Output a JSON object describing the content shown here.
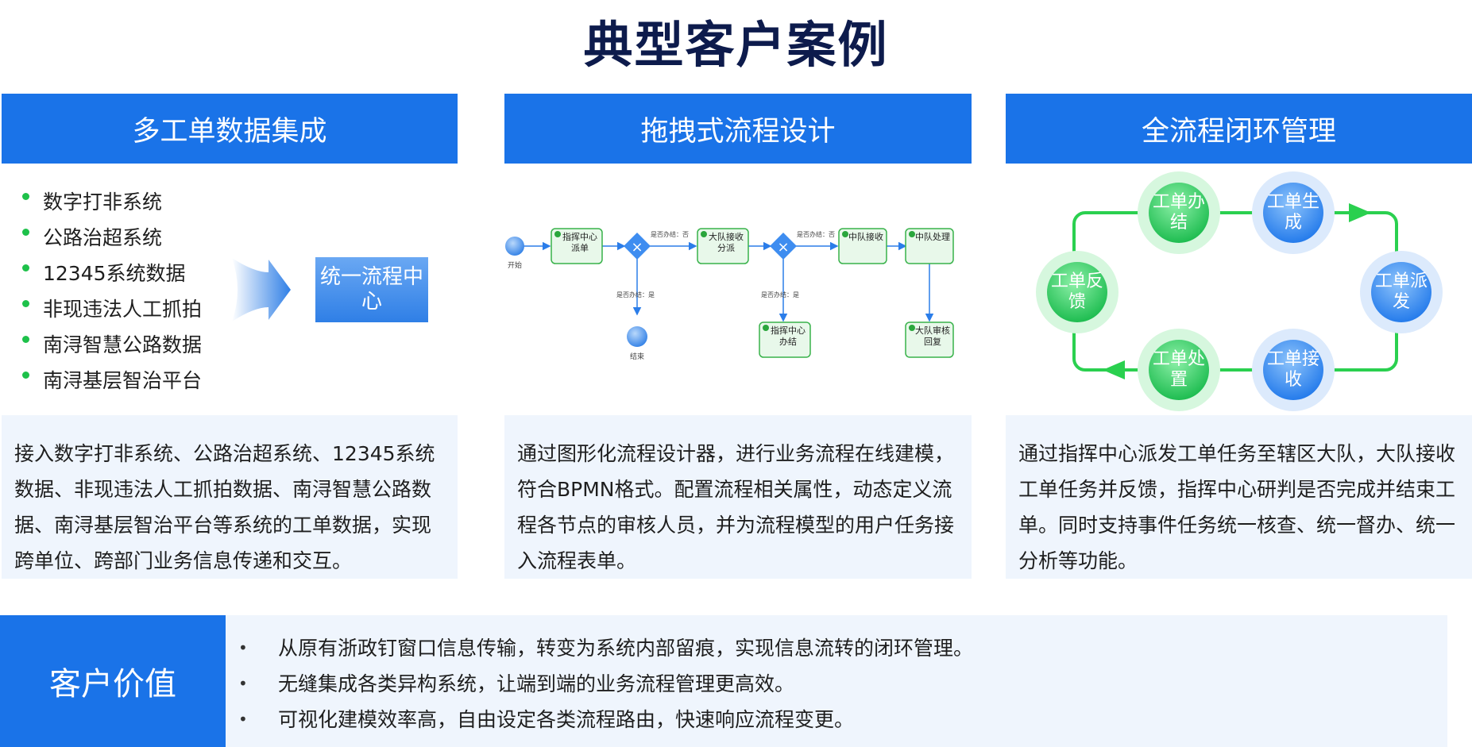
{
  "title": "典型客户案例",
  "columns": [
    {
      "header": "多工单数据集成",
      "bullets": [
        "数字打非系统",
        "公路治超系统",
        "12345系统数据",
        "非现违法人工抓拍",
        "南浔智慧公路数据",
        "南浔基层智治平台"
      ],
      "center_label": "统一流程中心",
      "description": "接入数字打非系统、公路治超系统、12345系统数据、非现违法人工抓拍数据、南浔智慧公路数据、南浔基层智治平台等系统的工单数据，实现跨单位、跨部门业务信息传递和交互。"
    },
    {
      "header": "拖拽式流程设计",
      "flow": {
        "start": "开始",
        "end": "结束",
        "task_center_dispatch": "指挥中心派单",
        "task_brigade_receive": "大队接收分派",
        "task_squad_receive": "中队接收",
        "task_squad_handle": "中队处理",
        "task_brigade_audit": "大队审核回复",
        "task_center_close": "指挥中心办结",
        "edge_cond_no_1": "是否办结：否",
        "edge_cond_no_2": "是否办结：否",
        "edge_cond_yes_1": "是否办结：是",
        "edge_cond_yes_2": "是否办结：是"
      },
      "description": "通过图形化流程设计器，进行业务流程在线建模，符合BPMN格式。配置流程相关属性，动态定义流程各节点的审核人员，并为流程模型的用户任务接入流程表单。"
    },
    {
      "header": "全流程闭环管理",
      "cycle": {
        "nodes": [
          "工单办结",
          "工单生成",
          "工单派发",
          "工单接收",
          "工单处置",
          "工单反馈"
        ]
      },
      "description": "通过指挥中心派发工单任务至辖区大队，大队接收工单任务并反馈，指挥中心研判是否完成并结束工单。同时支持事件任务统一核查、统一督办、统一分析等功能。"
    }
  ],
  "customer_value": {
    "label": "客户价值",
    "items": [
      "从原有浙政钉窗口信息传输，转变为系统内部留痕，实现信息流转的闭环管理。",
      "无缝集成各类异构系统，让端到端的业务流程管理更高效。",
      "可视化建模效率高，自由设定各类流程路由，快速响应流程变更。"
    ]
  },
  "colors": {
    "header_blue": "#1a73e8",
    "green": "#22c55e",
    "light_bg": "#eff5fd",
    "title_navy": "#0d1b4c"
  }
}
